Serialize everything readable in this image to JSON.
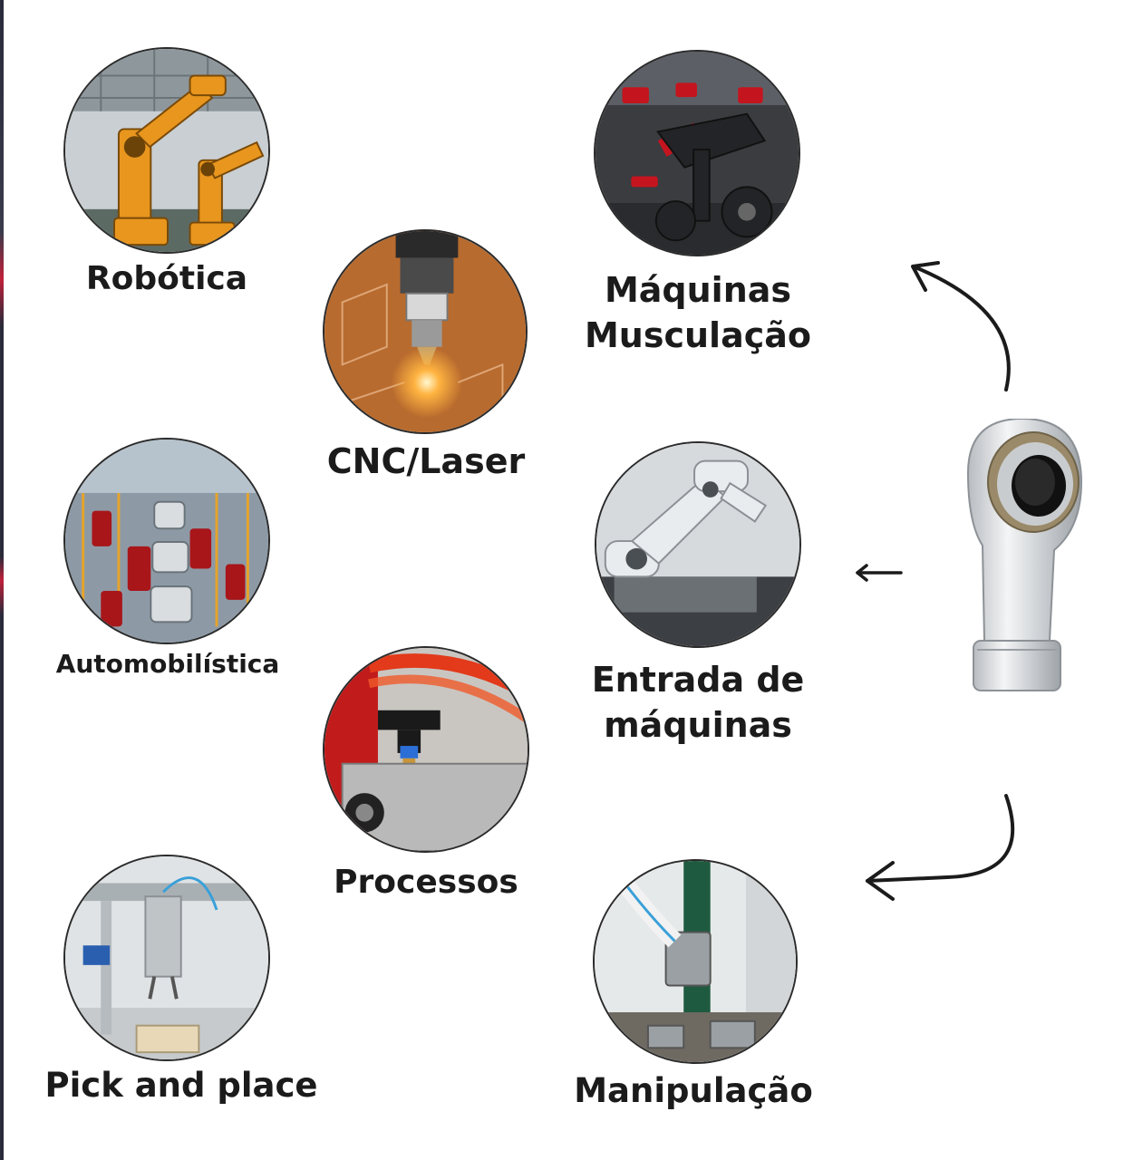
{
  "categories": {
    "robotica": "Robótica",
    "cnc_laser": "CNC/Laser",
    "maquinas_musculacao": "Máquinas Musculação",
    "automobilistica": "Automobilística",
    "entrada_de_maquinas": "Entrada de máquinas",
    "processos": "Processos",
    "pick_and_place": "Pick and place",
    "manipulacao": "Manipulação"
  },
  "product": {
    "icon": "rod-end-bearing-icon"
  },
  "colors": {
    "text": "#1b1b1b",
    "robot_orange": "#e8961e",
    "fitness_red": "#c4151f",
    "laser_copper": "#b86b2e",
    "tube_red": "#d9261c"
  }
}
